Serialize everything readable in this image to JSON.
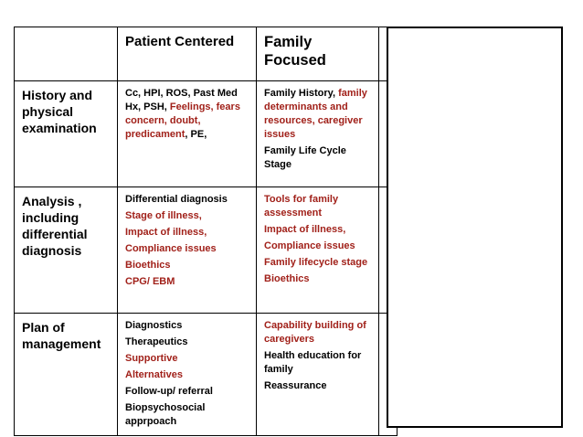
{
  "table": {
    "headers": {
      "blank": "",
      "patient": "Patient Centered",
      "family": "Family Focused"
    },
    "rows": [
      {
        "label": "History and physical examination",
        "patient": [
          [
            {
              "t": "Cc, HPI, ROS, Past Med Hx, PSH, ",
              "red": false
            },
            {
              "t": "Feelings, fears concern, doubt, predicament",
              "red": true
            },
            {
              "t": ", PE,",
              "red": false
            }
          ]
        ],
        "family": [
          [
            {
              "t": "Family History, ",
              "red": false
            },
            {
              "t": "family determinants and resources, caregiver issues",
              "red": true
            }
          ],
          [
            {
              "t": "Family Life Cycle Stage",
              "red": false
            }
          ]
        ]
      },
      {
        "label": "Analysis , including differential diagnosis",
        "patient": [
          [
            {
              "t": "Differential diagnosis",
              "red": false
            }
          ],
          [
            {
              "t": "Stage of illness,",
              "red": true
            }
          ],
          [
            {
              "t": "Impact of illness,",
              "red": true
            }
          ],
          [
            {
              "t": "Compliance issues",
              "red": true
            }
          ],
          [
            {
              "t": "Bioethics",
              "red": true
            }
          ],
          [
            {
              "t": "CPG/ EBM",
              "red": true
            }
          ]
        ],
        "family": [
          [
            {
              "t": "Tools for family assessment",
              "red": true
            }
          ],
          [
            {
              "t": "Impact of illness,",
              "red": true
            }
          ],
          [
            {
              "t": "Compliance issues",
              "red": true
            }
          ],
          [
            {
              "t": "Family lifecycle  stage",
              "red": true
            }
          ],
          [
            {
              "t": "Bioethics",
              "red": true
            }
          ]
        ]
      },
      {
        "label": "Plan of management",
        "patient": [
          [
            {
              "t": "Diagnostics",
              "red": false
            }
          ],
          [
            {
              "t": "Therapeutics",
              "red": false
            }
          ],
          [
            {
              "t": "Supportive",
              "red": true
            }
          ],
          [
            {
              "t": "Alternatives",
              "red": true
            }
          ],
          [
            {
              "t": "Follow-up/ referral",
              "red": false
            }
          ],
          [
            {
              "t": "Biopsychosocial apprpoach",
              "red": false
            }
          ]
        ],
        "family": [
          [
            {
              "t": "Capability building of caregivers",
              "red": true
            }
          ],
          [
            {
              "t": "Health education for family",
              "red": false
            }
          ],
          [
            {
              "t": "Reassurance",
              "red": false
            }
          ]
        ]
      }
    ]
  },
  "colors": {
    "accent_red": "#a1211a",
    "text": "#000000",
    "background": "#ffffff"
  }
}
